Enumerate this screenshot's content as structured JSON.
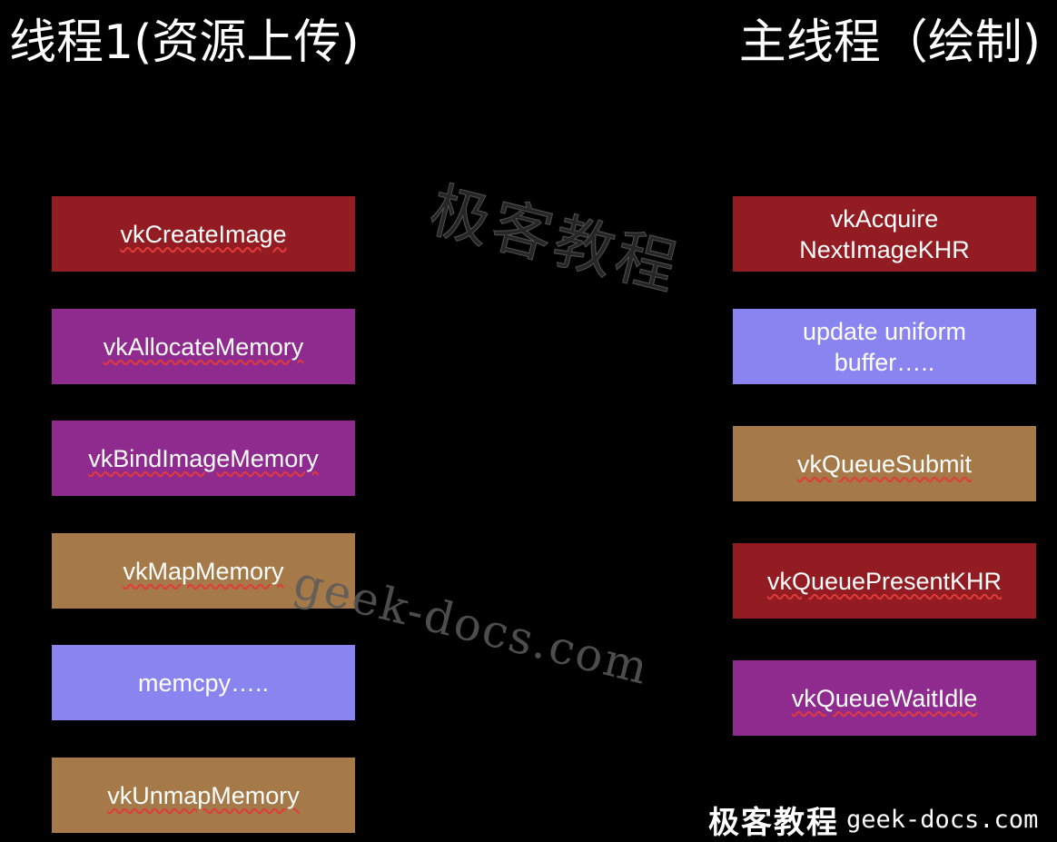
{
  "headings": {
    "left": "线程1(资源上传)",
    "right": "主线程（绘制)"
  },
  "colors": {
    "background": "#000000",
    "dark_red": "#931c22",
    "purple": "#8f2b8e",
    "brown": "#a57a48",
    "lavender": "#8a84f0",
    "underline": "#e23a3a"
  },
  "left_column": [
    {
      "label": "vkCreateImage",
      "color": "#931c22",
      "squiggle": true
    },
    {
      "label": "vkAllocateMemory",
      "color": "#8f2b8e",
      "squiggle": true
    },
    {
      "label": "vkBindImageMemory",
      "color": "#8f2b8e",
      "squiggle": true
    },
    {
      "label": "vkMapMemory",
      "color": "#a57a48",
      "squiggle": true
    },
    {
      "label": "memcpy…..",
      "color": "#8a84f0",
      "squiggle": false
    },
    {
      "label": "vkUnmapMemory",
      "color": "#a57a48",
      "squiggle": true
    }
  ],
  "right_column": [
    {
      "label": "vkAcquire\nNextImageKHR",
      "color": "#931c22",
      "squiggle": false
    },
    {
      "label": "update uniform\nbuffer…..",
      "color": "#8a84f0",
      "squiggle": false
    },
    {
      "label": "vkQueueSubmit",
      "color": "#a57a48",
      "squiggle": true
    },
    {
      "label": "vkQueuePresentKHR",
      "color": "#931c22",
      "squiggle": true
    },
    {
      "label": "vkQueueWaitIdle",
      "color": "#8f2b8e",
      "squiggle": true
    }
  ],
  "watermarks": {
    "center_cn": "极客教程",
    "center_en": "geek-docs.com",
    "corner_cn": "极客教程",
    "corner_en": "geek-docs.com"
  }
}
